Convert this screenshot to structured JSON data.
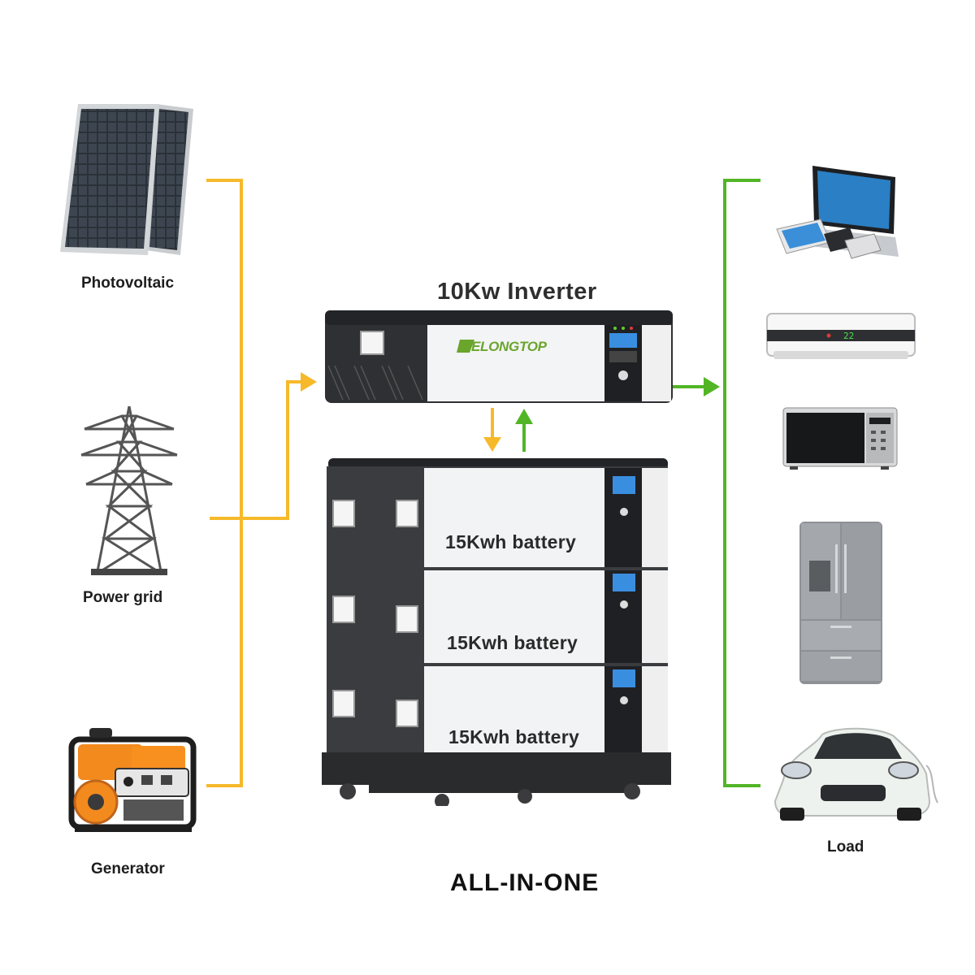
{
  "sources": {
    "photovoltaic": "Photovoltaic",
    "power_grid": "Power grid",
    "generator": "Generator"
  },
  "inverter": {
    "title": "10Kw Inverter",
    "brand": "ELONGTOP"
  },
  "batteries": [
    {
      "label": "15Kwh battery"
    },
    {
      "label": "15Kwh battery"
    },
    {
      "label": "15Kwh battery"
    }
  ],
  "footer": "ALL-IN-ONE",
  "load": {
    "label": "Load",
    "devices": [
      "laptop-and-phones",
      "air-conditioner",
      "microwave",
      "refrigerator",
      "electric-car"
    ]
  },
  "colors": {
    "input_line": "#f6b92a",
    "output_line": "#52b526",
    "discharge_arrow": "#52b526",
    "charge_arrow": "#f6b92a"
  }
}
